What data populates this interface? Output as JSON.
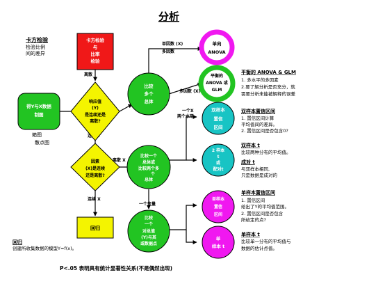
{
  "title": "分析",
  "top_left": {
    "heading": "卡方检验",
    "lines": [
      "检验比例",
      "间的差异"
    ]
  },
  "red_box": {
    "lines": [
      "卡方检验",
      "与",
      "比率",
      "检验"
    ]
  },
  "green_box": {
    "lines": [
      "得Y与X数据",
      "制图"
    ]
  },
  "green_box_below": {
    "lines": [
      "箱图",
      "散点图"
    ]
  },
  "diamond_1": {
    "lines": [
      "响应值",
      "(Y)",
      "是连续还是",
      "离散?"
    ]
  },
  "diamond_2": {
    "lines": [
      "因素",
      "(X)是连续",
      "还是离散?"
    ]
  },
  "edge_labels": {
    "discrete_up": "离散",
    "continuous_down": "连续 Y",
    "continuous_down_2": "连续 X",
    "discrete_right": "离散 X",
    "single_factor": "单因数 (X)",
    "multi_factor": "多因数",
    "multi_factor_2": "多因数 (X)",
    "one_or_two": "一个X",
    "two_levels": "两个水平",
    "one_variable": "一个变量"
  },
  "circle_1": {
    "lines": [
      "比较",
      "多个",
      "总体"
    ]
  },
  "circle_2": {
    "lines": [
      "比较一个",
      "总体或",
      "比较两个多",
      "个",
      "总体"
    ]
  },
  "circle_3": {
    "lines": [
      "比较",
      "一个",
      "对总值",
      "(Y)与其",
      "或数据点"
    ]
  },
  "anova_1": {
    "lines": [
      "单向",
      "ANOVA"
    ]
  },
  "anova_2": {
    "lines": [
      "平衡的",
      "ANOVA 或",
      "GLM"
    ]
  },
  "cyan_1": {
    "lines": [
      "双样本",
      "置信",
      "区间"
    ]
  },
  "cyan_2": {
    "lines": [
      "2 样本",
      "t",
      "或",
      "配对t"
    ]
  },
  "magenta_1": {
    "lines": [
      "单样本",
      "置信",
      "区间"
    ]
  },
  "magenta_2": {
    "lines": [
      "单",
      "样本 t"
    ]
  },
  "regression_box": {
    "label": "回归"
  },
  "regression_note": {
    "heading": "回归",
    "text": "创建所收集数据的模型Y=f(x)。"
  },
  "right_notes": {
    "anova_heading": "平衡的 ANOVA & GLM",
    "anova_items": [
      "1. 多水平的多因素",
      "2.要了解分析是否充分，就",
      "   需要分析未能被解释的误差"
    ],
    "two_ci_heading": "双样本置信区间",
    "two_ci_items": [
      "1. 置信区间计算",
      "   平均值间的差异。",
      "2. 置信区间是否包含0?"
    ],
    "two_t_heading": "双样本 t",
    "two_t_text": "比较两种分布的平均值。",
    "paired_heading": "成对 t",
    "paired_items": [
      "与双样本相同,",
      "只是数据是成对的"
    ],
    "one_ci_heading": "单样本置信区间",
    "one_ci_items": [
      "1. 置信区间",
      "   给出了Y的平均值范围。",
      "2. 置信区间是否包含",
      "   所给定的点?"
    ],
    "one_t_heading": "单样本 t",
    "one_t_items": [
      "比较单一分布的平均值与",
      "数据的估计点值。"
    ]
  },
  "footer": "P<.05 表明具有统计显著性关系(不是偶然出现)",
  "colors": {
    "red": "#f01818",
    "yellow": "#f4f400",
    "green": "#22c422",
    "cyan": "#18c4c4",
    "magenta": "#f018f0",
    "blue": "#2060c0"
  }
}
